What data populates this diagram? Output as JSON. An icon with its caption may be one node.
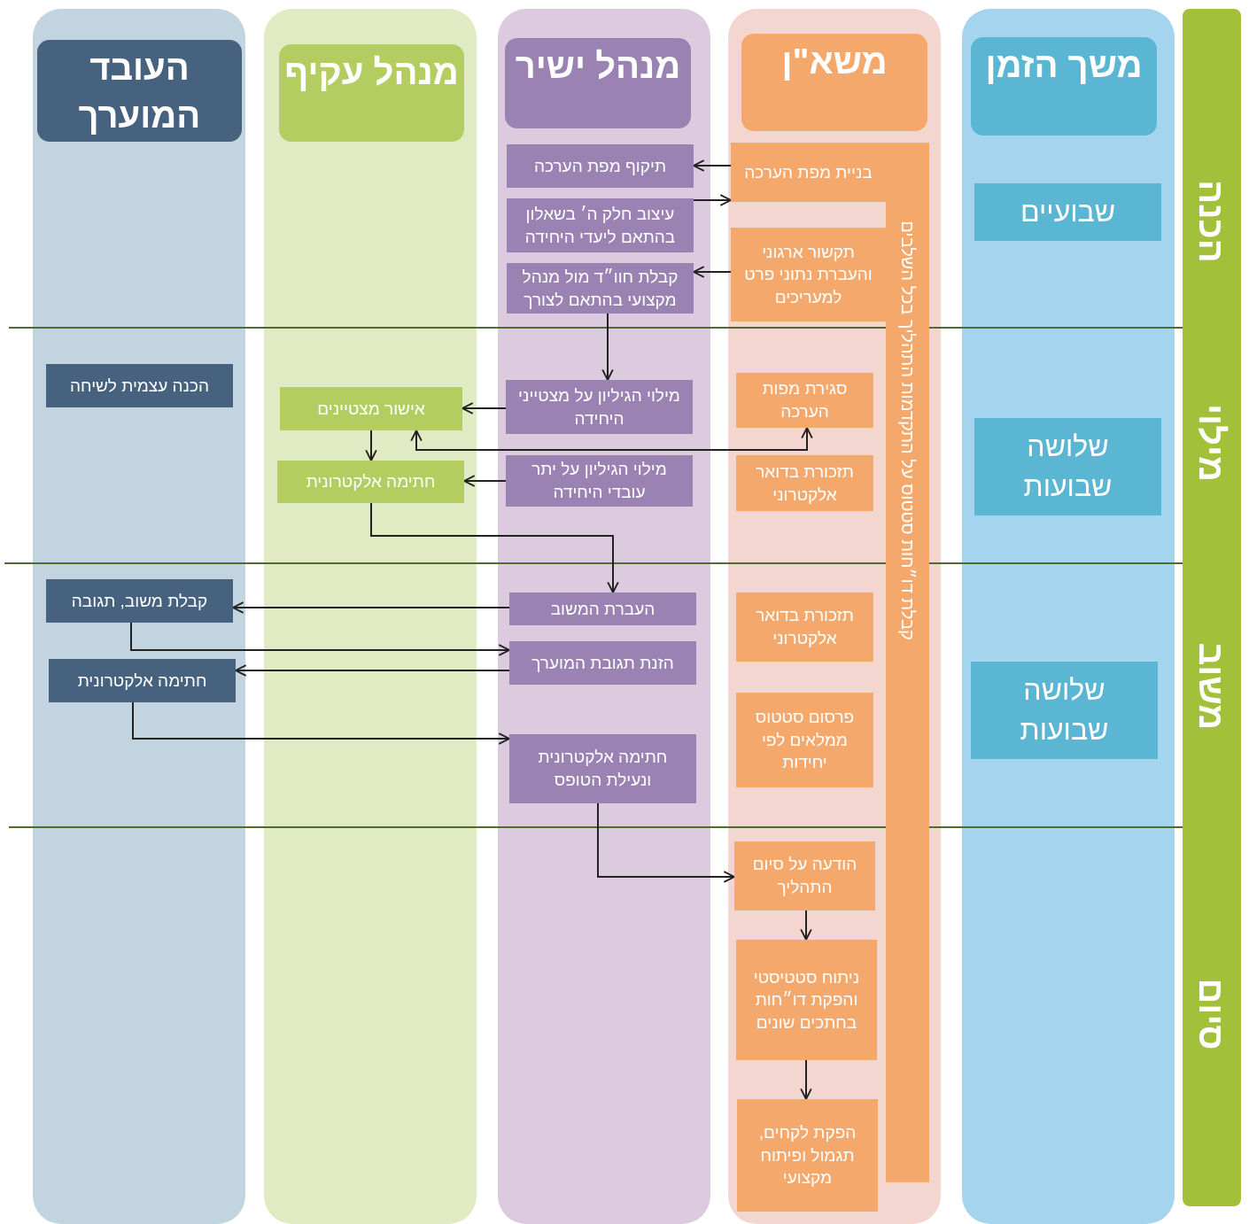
{
  "diagram": {
    "nodes": [
      {
        "text": [],
        "shape": "band"
      },
      {
        "text": [
          "משך הזמן"
        ],
        "in": 0
      },
      {
        "text": [
          "שבועיים"
        ],
        "in": 0
      },
      {
        "text": [
          "שלושה שבועות"
        ],
        "in": 0
      },
      {
        "text": [
          "שלושה שבועות"
        ],
        "in": 0
      },
      {
        "text": [],
        "shape": "band"
      },
      {
        "text": [
          "משא\"ן"
        ],
        "in": 5
      },
      {
        "text": [
          "בניית מפת הערכה"
        ],
        "in": 5
      },
      {
        "text": [
          "תקשור ארגוני והעברת נתוני פרט למעריכים"
        ],
        "in": 5
      },
      {
        "text": [
          "קבלת דו״חות סטטוס על התקדמות התהליך בכל השלבים"
        ],
        "in": 5
      },
      {
        "text": [
          "סגירת מפות הערכה"
        ],
        "in": 5
      },
      {
        "text": [
          "תזכורת בדואר אלקטרוני"
        ],
        "in": 5
      },
      {
        "text": [
          "תזכורת בדואר אלקטרוני"
        ],
        "in": 5
      },
      {
        "text": [
          "פרסום סטטוס ממלאים לפי יחידות"
        ],
        "in": 5
      },
      {
        "text": [
          "הודעה על סיום התהליך"
        ],
        "in": 5
      },
      {
        "text": [
          "ניתוח סטטיסטי והפקת דו״חות בחתכים שונים"
        ],
        "in": 5
      },
      {
        "text": [
          "הפקת לקחים, תגמול ופיתוח מקצועי"
        ],
        "in": 5
      },
      {
        "text": [],
        "shape": "band"
      },
      {
        "text": [
          "מנהל ישיר"
        ],
        "in": 17
      },
      {
        "text": [
          "תיקוף מפת הערכה"
        ],
        "in": 17
      },
      {
        "text": [
          "עיצוב חלק ה׳ בשאלון בהתאם ליעדי היחידה"
        ],
        "in": 17
      },
      {
        "text": [
          "קבלת חוו״ד מול מנהל מקצועי בהתאם לצורך"
        ],
        "in": 17
      },
      {
        "text": [
          "מילוי הגיליון על מצטייני היחידה"
        ],
        "in": 17
      },
      {
        "text": [
          "מילוי הגיליון על יתר עובדי היחידה"
        ],
        "in": 17
      },
      {
        "text": [
          "העברת המשוב"
        ],
        "in": 17
      },
      {
        "text": [
          "הזנת תגובת המוערך"
        ],
        "in": 17
      },
      {
        "text": [
          "חתימה אלקטרונית ונעילת הטופס"
        ],
        "in": 17
      },
      {
        "text": [],
        "shape": "band"
      },
      {
        "text": [
          "מנהל עקיף"
        ],
        "in": 27
      },
      {
        "text": [
          "אישור מצטיינים"
        ],
        "in": 27
      },
      {
        "text": [
          "חתימה אלקטרונית"
        ],
        "in": 27
      },
      {
        "text": [],
        "shape": "band"
      },
      {
        "text": [
          "העובד המוערך"
        ],
        "in": 31
      },
      {
        "text": [
          "הכנה עצמית לשיחה"
        ],
        "in": 31
      },
      {
        "text": [
          "קבלת משוב, תגובה"
        ],
        "in": 31
      },
      {
        "text": [
          "חתימה אלקטרונית"
        ],
        "in": 31
      }
    ],
    "edges": [
      {
        "from": 7,
        "to": 19,
        "arrow": "to"
      },
      {
        "from": 20,
        "to": 7,
        "arrow": "to"
      },
      {
        "from": 8,
        "to": 21,
        "arrow": "to"
      },
      {
        "from": 21,
        "to": 22,
        "arrow": "to"
      },
      {
        "from": 22,
        "to": 29,
        "arrow": "to"
      },
      {
        "from": 29,
        "to": 30,
        "arrow": "to"
      },
      {
        "from": 23,
        "to": 30,
        "arrow": "to"
      },
      {
        "from": 29,
        "to": 10,
        "arrow": "both"
      },
      {
        "from": 30,
        "to": 24,
        "arrow": "to"
      },
      {
        "from": 24,
        "to": 34,
        "arrow": "to"
      },
      {
        "from": 34,
        "to": 25,
        "arrow": "to"
      },
      {
        "from": 25,
        "to": 35,
        "arrow": "to"
      },
      {
        "from": 35,
        "to": 26,
        "arrow": "to"
      },
      {
        "from": 26,
        "to": 14,
        "arrow": "to"
      },
      {
        "from": 14,
        "to": 15,
        "arrow": "to"
      },
      {
        "from": 15,
        "to": 16,
        "arrow": "to"
      }
    ],
    "labels": [
      "הכנה",
      "מילוי",
      "משוב",
      "סיום"
    ]
  }
}
